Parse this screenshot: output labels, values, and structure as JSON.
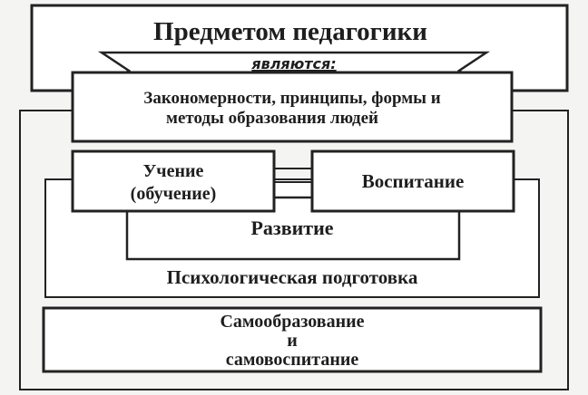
{
  "diagram": {
    "title": "Предметом педагогики",
    "connector_label": "являются:",
    "subject": {
      "line1": "Закономерности, принципы, формы и",
      "line2": "методы  образования людей"
    },
    "learning": {
      "line1": "Учение",
      "line2": "(обучение)"
    },
    "upbringing": "Воспитание",
    "development": "Развитие",
    "psych_prep": "Психологическая подготовка",
    "self_education": {
      "line1": "Самообразование",
      "line2": "и",
      "line3": "самовоспитание"
    }
  }
}
